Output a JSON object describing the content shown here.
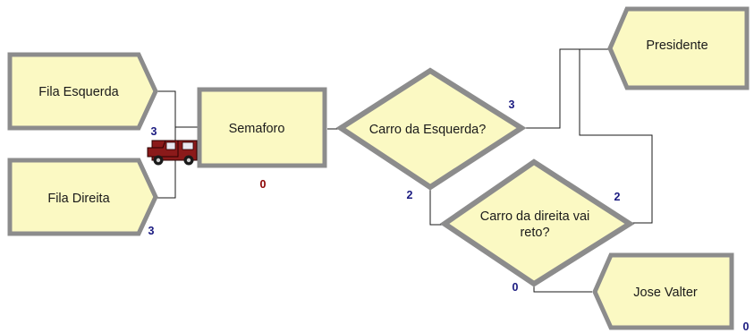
{
  "colors": {
    "module_fill": "#fbf9c3",
    "module_border": "#8c8c8c",
    "connector": "#1a1a1a",
    "count_blue": "#1a1a80",
    "count_red": "#8b0000",
    "car_body": "#8b1a1a"
  },
  "modules": {
    "fila_esquerda": {
      "label": "Fila Esquerda",
      "count": "3"
    },
    "fila_direita": {
      "label": "Fila Direita",
      "count": "3"
    },
    "semaforo": {
      "label": "Semaforo",
      "count": "0"
    },
    "carro_esquerda": {
      "label": "Carro da Esquerda?",
      "count_true": "3",
      "count_false": "2"
    },
    "carro_direita": {
      "label_line1": "Carro da direita vai",
      "label_line2": "reto?",
      "count_true": "2",
      "count_false": "0"
    },
    "presidente": {
      "label": "Presidente"
    },
    "jose_valter": {
      "label": "Jose Valter",
      "count": "0"
    }
  },
  "entity": {
    "icon": "truck-icon"
  }
}
